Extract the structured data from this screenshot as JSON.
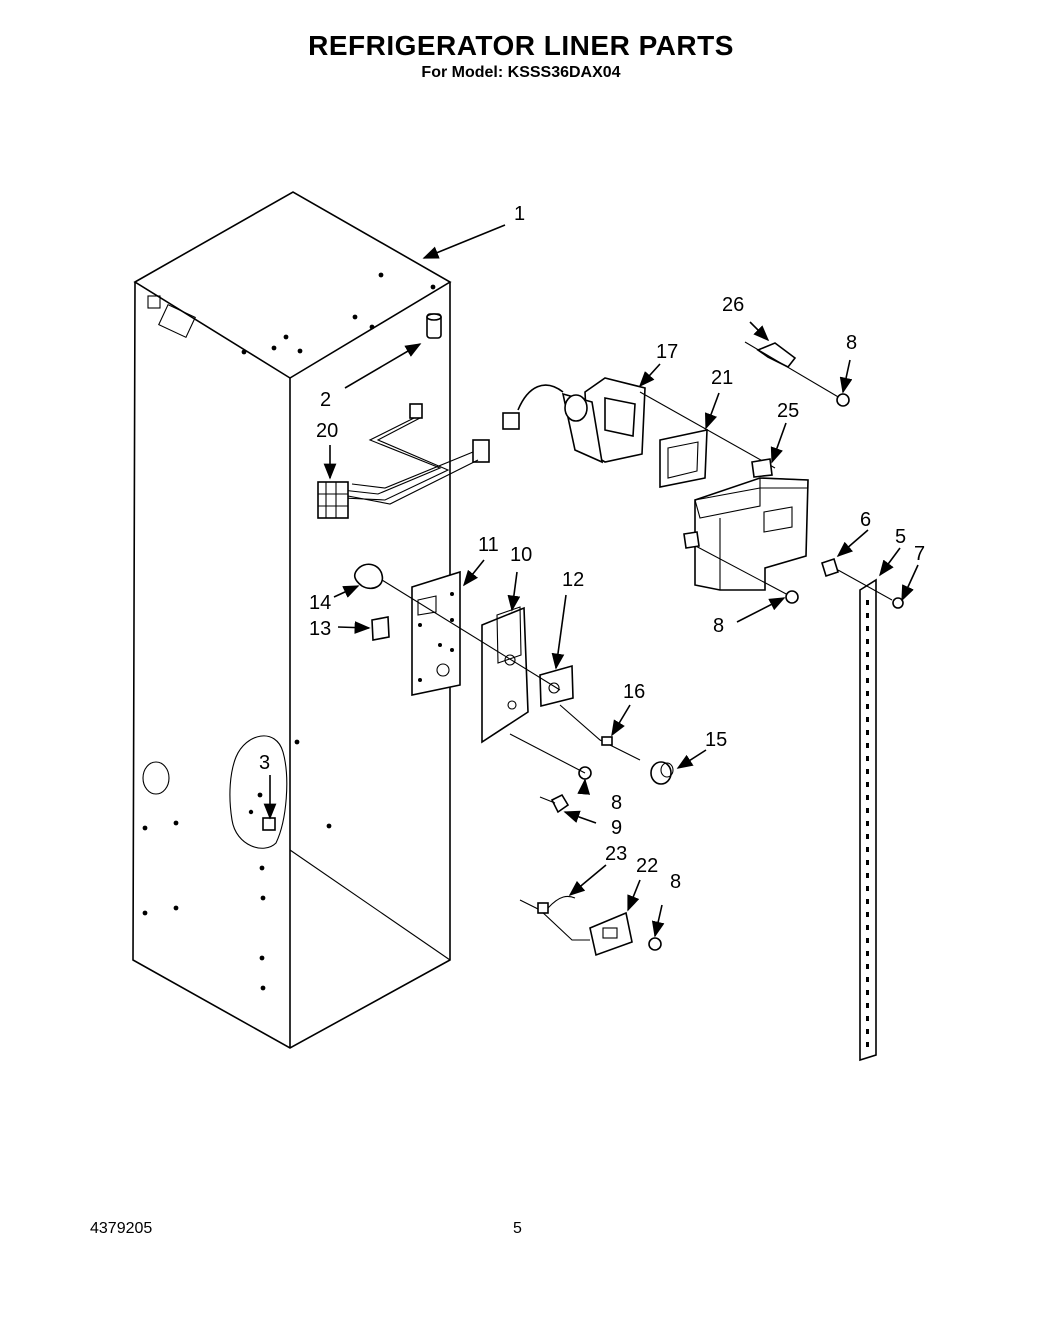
{
  "header": {
    "title": "REFRIGERATOR LINER PARTS",
    "subtitle": "For Model: KSSS36DAX04"
  },
  "footer": {
    "doc_number": "4379205",
    "page_number": "5"
  },
  "callouts": {
    "c1": "1",
    "c2": "2",
    "c3": "3",
    "c5": "5",
    "c6": "6",
    "c7": "7",
    "c8a": "8",
    "c8b": "8",
    "c8c": "8",
    "c8d": "8",
    "c9": "9",
    "c10": "10",
    "c11": "11",
    "c12": "12",
    "c13": "13",
    "c14": "14",
    "c15": "15",
    "c16": "16",
    "c17": "17",
    "c20": "20",
    "c21": "21",
    "c22": "22",
    "c23": "23",
    "c25": "25",
    "c26": "26"
  }
}
